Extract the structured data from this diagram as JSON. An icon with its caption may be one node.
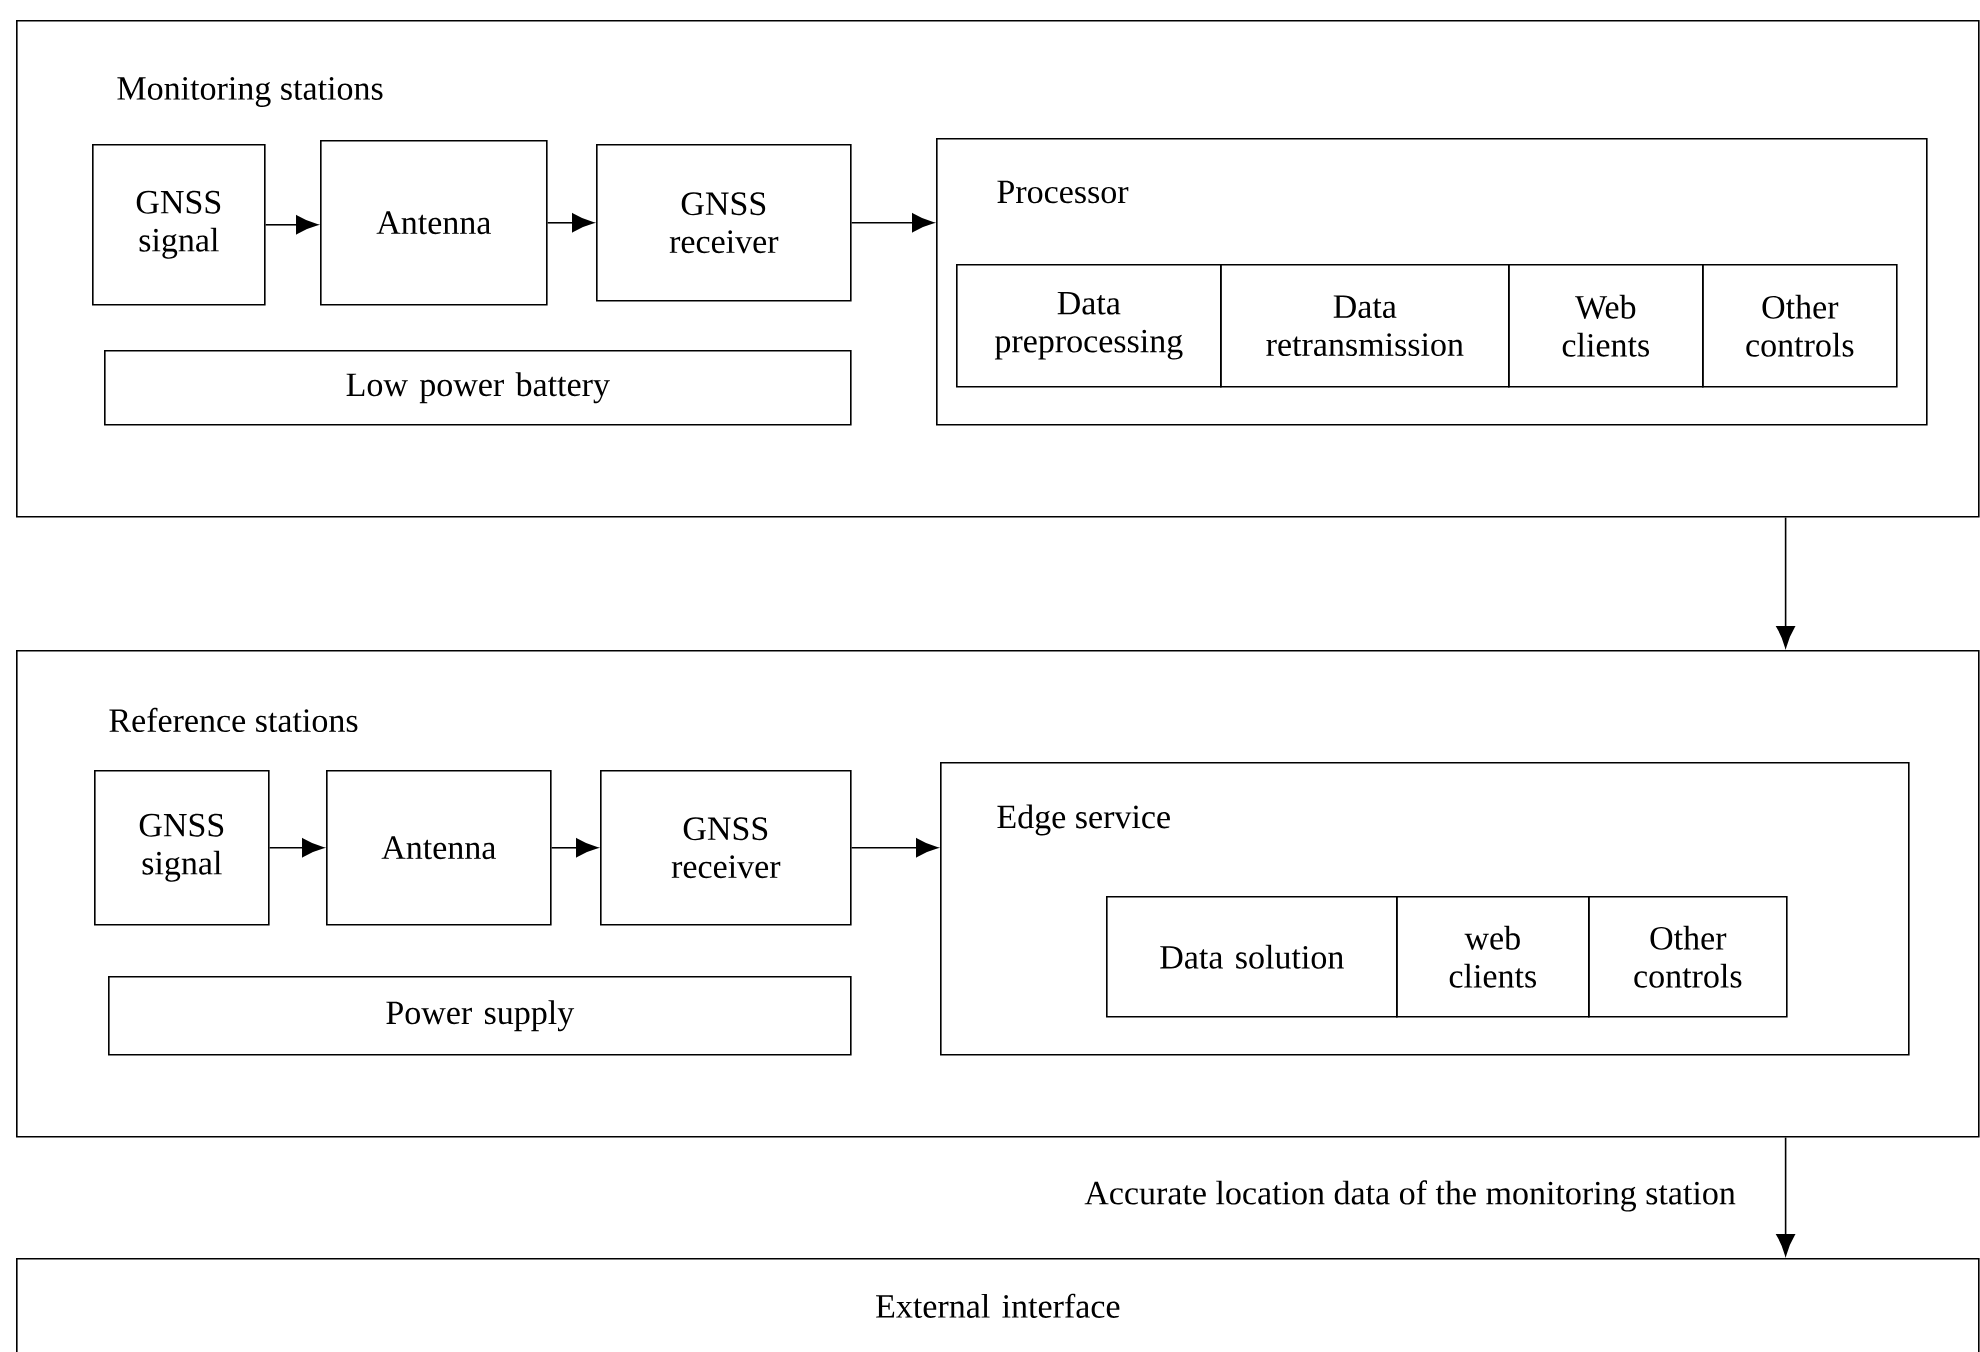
{
  "diagram": {
    "nodes": [
      {
        "text": [
          "Monitoring stations"
        ]
      },
      {
        "text": [
          "GNSS signal"
        ],
        "in": 0
      },
      {
        "text": [
          "Antenna"
        ],
        "in": 0
      },
      {
        "text": [
          "GNSS receiver"
        ],
        "in": 0
      },
      {
        "text": [
          "Low power battery"
        ],
        "in": 0
      },
      {
        "text": [
          "Processor"
        ],
        "in": 0
      },
      {
        "text": [
          "Data preprocessing"
        ],
        "in": 5
      },
      {
        "text": [
          "Data retransmission"
        ],
        "in": 5
      },
      {
        "text": [
          "Web clients"
        ],
        "in": 5
      },
      {
        "text": [
          "Other controls"
        ],
        "in": 5
      },
      {
        "text": [
          "Reference stations"
        ]
      },
      {
        "text": [
          "GNSS signal"
        ],
        "in": 10
      },
      {
        "text": [
          "Antenna"
        ],
        "in": 10
      },
      {
        "text": [
          "GNSS receiver"
        ],
        "in": 10
      },
      {
        "text": [
          "Power supply"
        ],
        "in": 10
      },
      {
        "text": [
          "Edge service"
        ],
        "in": 10
      },
      {
        "text": [
          "Data solution"
        ],
        "in": 15
      },
      {
        "text": [
          "web clients"
        ],
        "in": 15
      },
      {
        "text": [
          "Other controls"
        ],
        "in": 15
      },
      {
        "text": [
          "External interface"
        ]
      }
    ],
    "edges": [
      {
        "from": 1,
        "to": 2,
        "arrow": "to"
      },
      {
        "from": 2,
        "to": 3,
        "arrow": "to"
      },
      {
        "from": 3,
        "to": 5,
        "arrow": "to"
      },
      {
        "from": 0,
        "to": 10,
        "arrow": "to"
      },
      {
        "from": 11,
        "to": 12,
        "arrow": "to"
      },
      {
        "from": 12,
        "to": 13,
        "arrow": "to"
      },
      {
        "from": 13,
        "to": 15,
        "arrow": "to"
      },
      {
        "from": 10,
        "to": 19,
        "label": "Accurate location data of the monitoring station",
        "arrow": "to"
      }
    ]
  }
}
